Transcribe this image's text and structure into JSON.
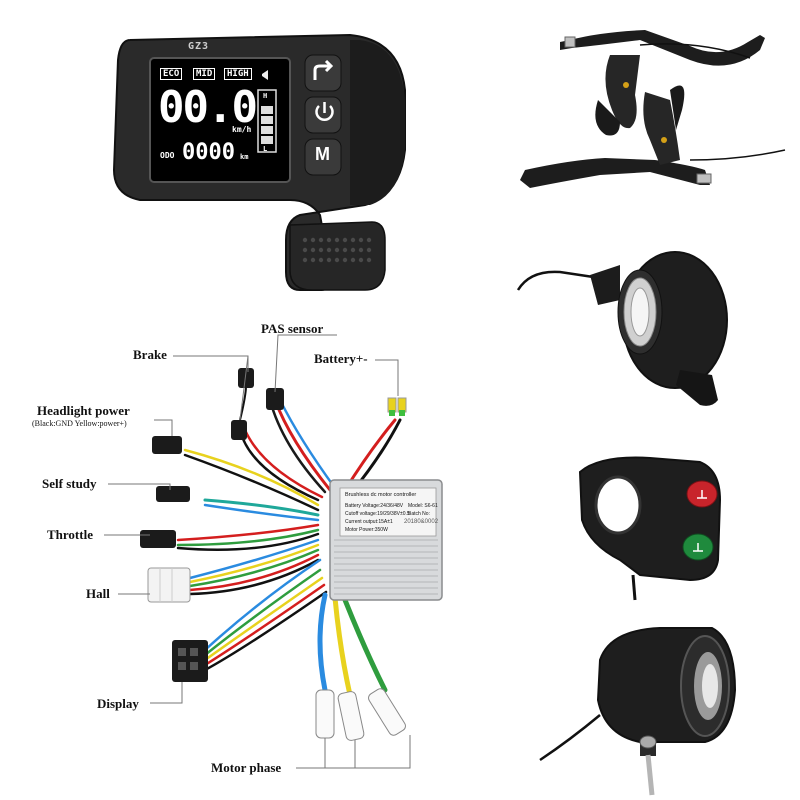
{
  "display_unit": {
    "brand": "GZ3",
    "mode_labels": [
      "ECO",
      "MID",
      "HIGH"
    ],
    "speed": "00.0",
    "speed_unit": "km/h",
    "odo_label": "ODO",
    "odometer": "0000",
    "odo_unit": "km",
    "battery_marks": [
      "H",
      "L"
    ],
    "buttons": [
      "turn-icon",
      "power-icon",
      "M"
    ]
  },
  "controller": {
    "title": "Brushless dc motor controller",
    "model": "Model: S6-61",
    "battery_voltage": "Battery Voltage:24/36/48V",
    "batch": "Batch No:",
    "batch_number": "20180&0002",
    "cutoff_voltage": "Cutoff voltage:19/29/38V±0.5",
    "current_output": "Current output:15A±1",
    "motor_power": "Motor Power:350W"
  },
  "wiring_labels": {
    "pas_sensor": "PAS sensor",
    "brake": "Brake",
    "battery": "Battery+-",
    "headlight_power": "Headlight power",
    "headlight_note": "(Black:GND Yellow:power+)",
    "self_study": "Self study",
    "throttle": "Throttle",
    "hall": "Hall",
    "display": "Display",
    "motor_phase": "Motor phase"
  },
  "colors": {
    "housing": "#2b2b2b",
    "controller_body": "#d8dadc",
    "red_button": "#c8242b",
    "green_button": "#1f8a3d"
  }
}
